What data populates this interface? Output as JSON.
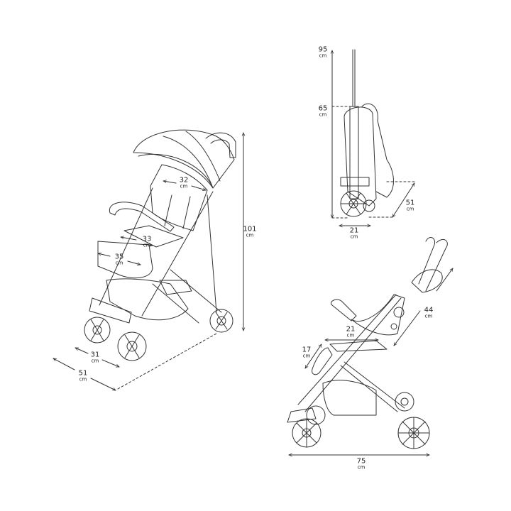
{
  "line_color": "#333333",
  "unit": "cm",
  "views": {
    "perspective": {
      "dimensions": [
        {
          "id": "backrest-width",
          "value": "32"
        },
        {
          "id": "seat-width",
          "value": "33"
        },
        {
          "id": "footrest-width",
          "value": "35"
        },
        {
          "id": "height",
          "value": "101"
        },
        {
          "id": "front-wheel-width",
          "value": "31"
        },
        {
          "id": "overall-width",
          "value": "51"
        }
      ]
    },
    "folded": {
      "dimensions": [
        {
          "id": "folded-height-extended",
          "value": "95"
        },
        {
          "id": "folded-height",
          "value": "65"
        },
        {
          "id": "folded-width",
          "value": "21"
        },
        {
          "id": "folded-depth",
          "value": "51"
        }
      ]
    },
    "side": {
      "dimensions": [
        {
          "id": "backrest-length",
          "value": "44"
        },
        {
          "id": "seat-depth",
          "value": "21"
        },
        {
          "id": "legrest-length",
          "value": "17"
        },
        {
          "id": "overall-length",
          "value": "75"
        }
      ]
    }
  }
}
